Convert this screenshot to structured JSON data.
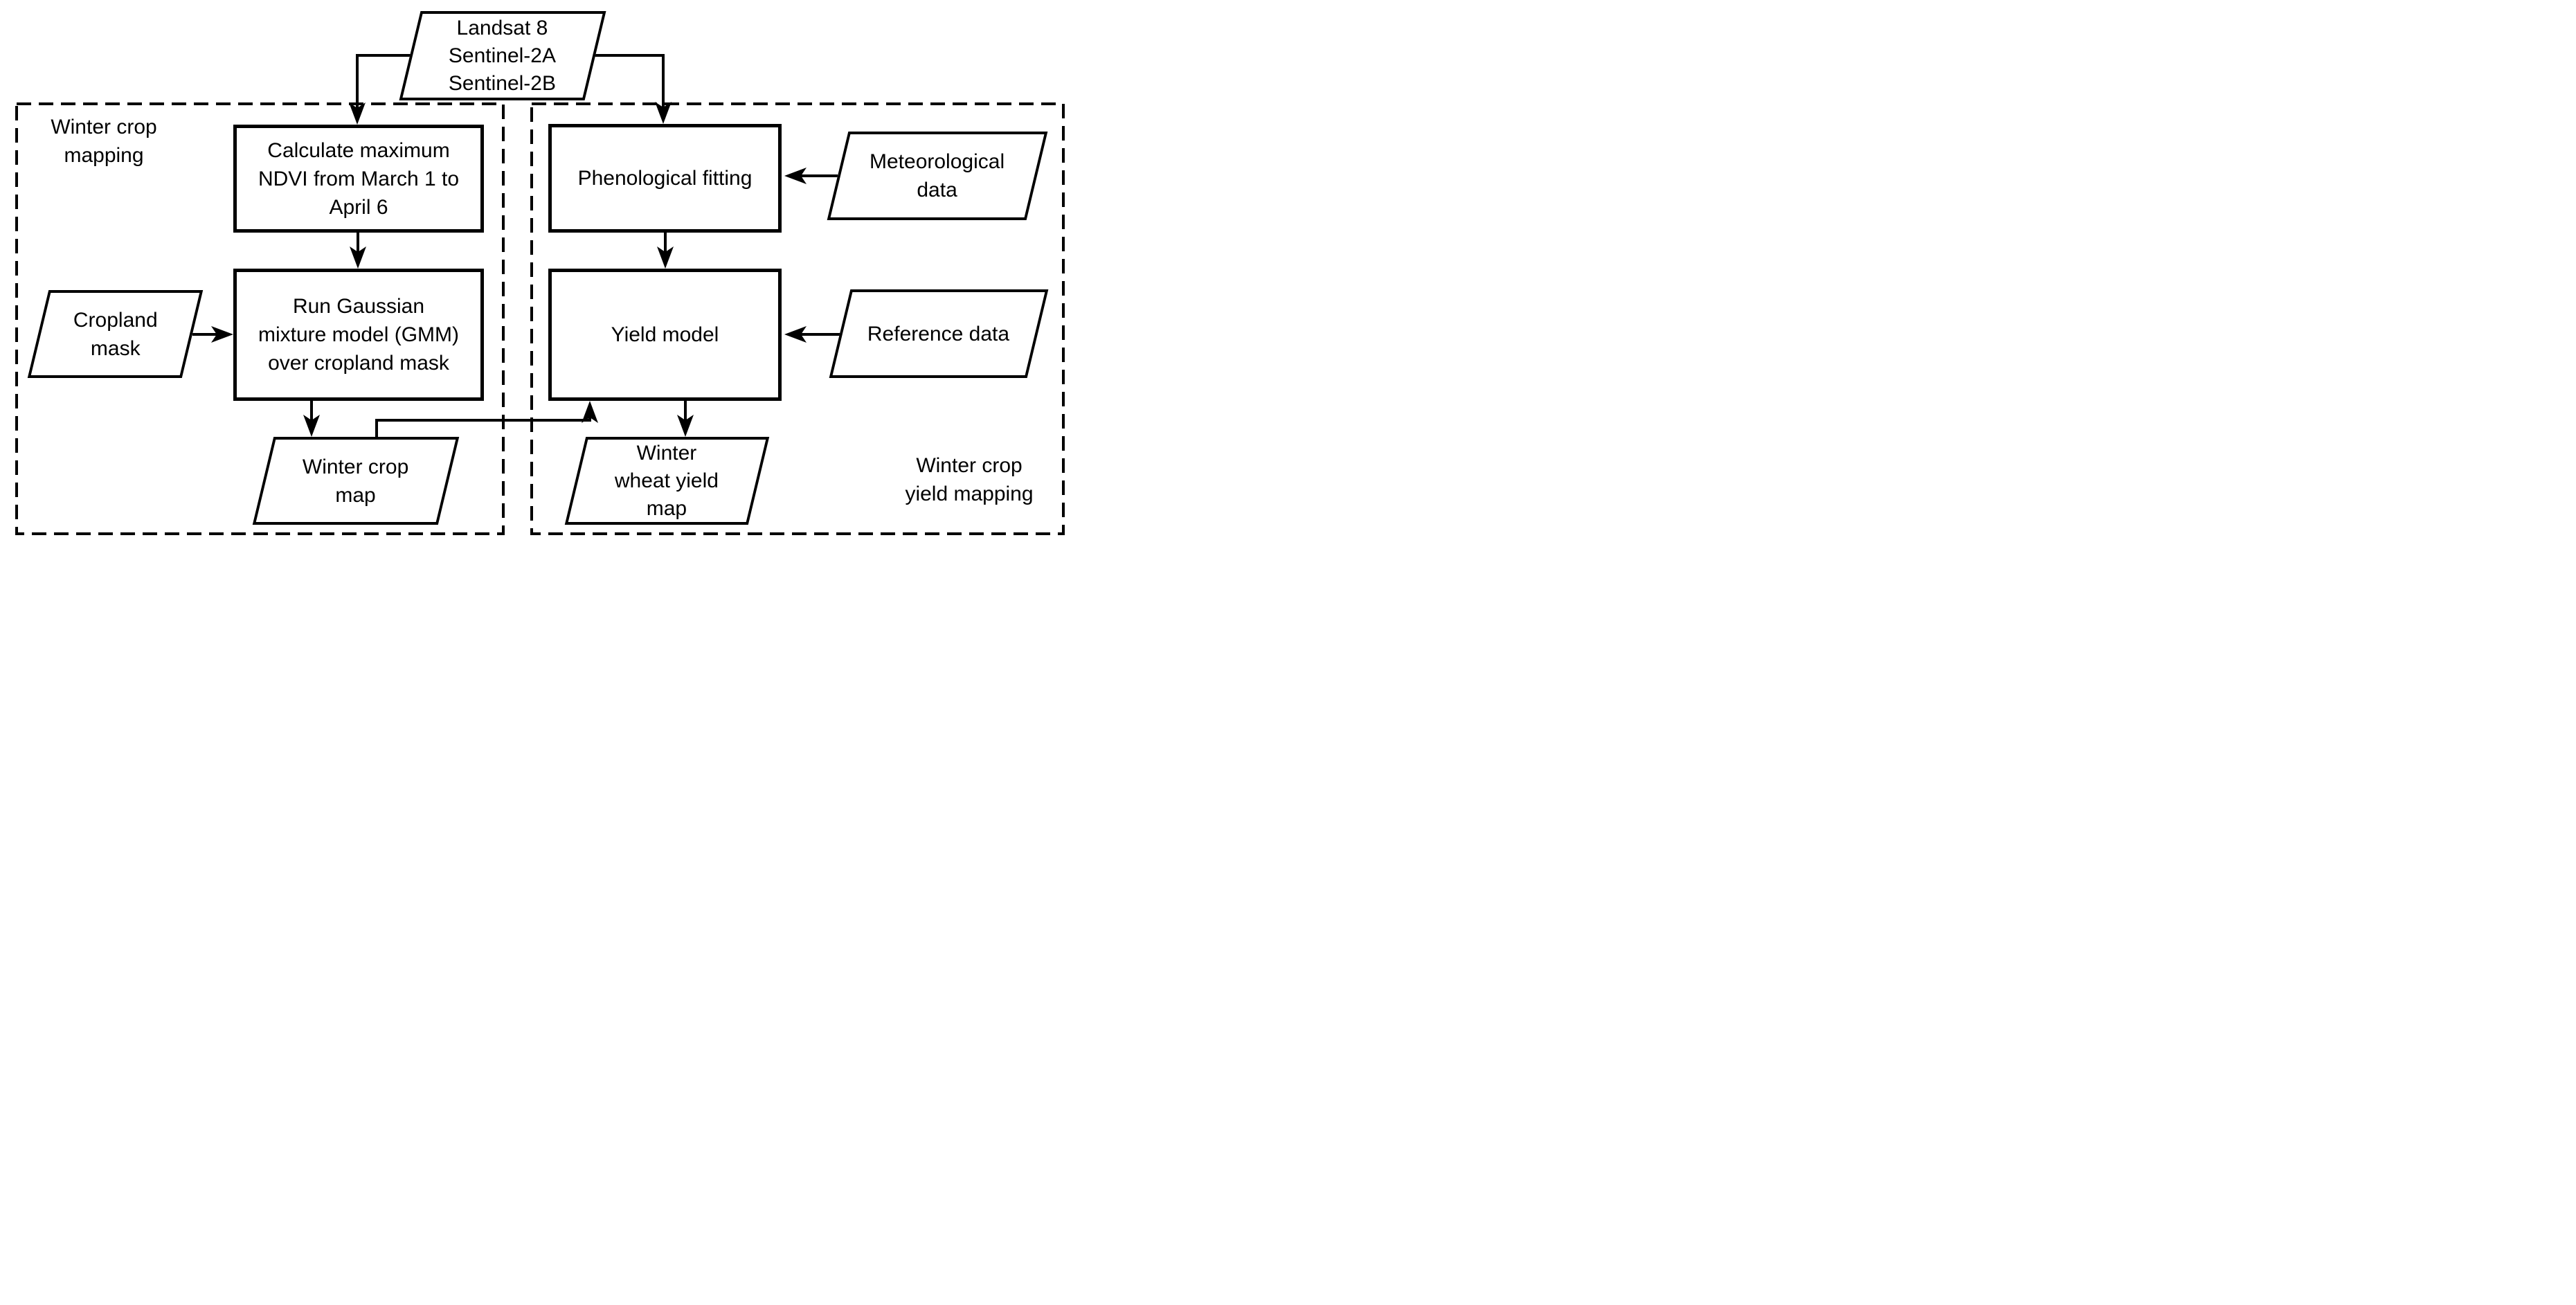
{
  "figure": {
    "background_color": "#ffffff",
    "stroke_color": "#000000",
    "regions": [
      {
        "id": "winter-crop-mapping",
        "label_lines": [
          "Winter crop",
          "mapping"
        ]
      },
      {
        "id": "winter-crop-yield-mapping",
        "label_lines": [
          "Winter crop",
          "yield mapping"
        ]
      }
    ],
    "nodes": {
      "satellite": {
        "shape": "parallelogram",
        "lines": [
          "Landsat 8",
          "Sentinel-2A",
          "Sentinel-2B"
        ]
      },
      "ndvi": {
        "shape": "process",
        "lines": [
          "Calculate maximum",
          "NDVI from March 1 to",
          "April 6"
        ]
      },
      "gmm": {
        "shape": "process",
        "lines": [
          "Run Gaussian",
          "mixture model (GMM)",
          "over cropland mask"
        ]
      },
      "cropland": {
        "shape": "parallelogram",
        "lines": [
          "Cropland",
          "mask"
        ]
      },
      "cropmap": {
        "shape": "parallelogram",
        "lines": [
          "Winter crop",
          "map"
        ]
      },
      "pheno": {
        "shape": "process",
        "lines": [
          "Phenological fitting"
        ]
      },
      "yieldmodel": {
        "shape": "process",
        "lines": [
          "Yield model"
        ]
      },
      "met": {
        "shape": "parallelogram",
        "lines": [
          "Meteorological",
          "data"
        ]
      },
      "ref": {
        "shape": "parallelogram",
        "lines": [
          "Reference data"
        ]
      },
      "wheatmap": {
        "shape": "parallelogram",
        "lines": [
          "Winter",
          "wheat yield",
          "map"
        ]
      }
    },
    "connections": [
      {
        "from": "satellite",
        "to": "ndvi"
      },
      {
        "from": "satellite",
        "to": "pheno"
      },
      {
        "from": "ndvi",
        "to": "gmm"
      },
      {
        "from": "cropland",
        "to": "gmm"
      },
      {
        "from": "gmm",
        "to": "cropmap"
      },
      {
        "from": "cropmap",
        "to": "yieldmodel"
      },
      {
        "from": "pheno",
        "to": "yieldmodel"
      },
      {
        "from": "met",
        "to": "pheno"
      },
      {
        "from": "ref",
        "to": "yieldmodel"
      },
      {
        "from": "yieldmodel",
        "to": "wheatmap"
      }
    ]
  }
}
